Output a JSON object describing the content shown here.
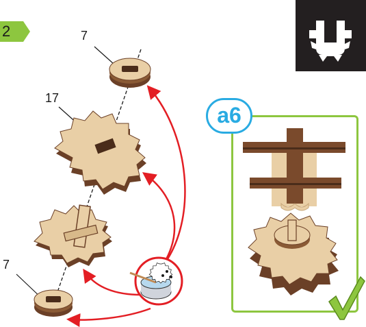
{
  "step": {
    "number": "2"
  },
  "labels": {
    "top_part": "7",
    "gear": "17",
    "bottom_part": "7"
  },
  "detail": {
    "badge": "a6"
  },
  "colors": {
    "step_badge": "#8dc63f",
    "wood_light": "#e9cfa6",
    "wood_dark": "#6b4027",
    "arrow": "#e31e24",
    "panel_border": "#8dc63f",
    "badge_border": "#29abe2",
    "logo_bg": "#231f20",
    "check": "#8dc63f"
  },
  "icons": [
    "step-badge-icon",
    "logo-gear-icon",
    "glue-cup-icon",
    "checkmark-icon"
  ]
}
